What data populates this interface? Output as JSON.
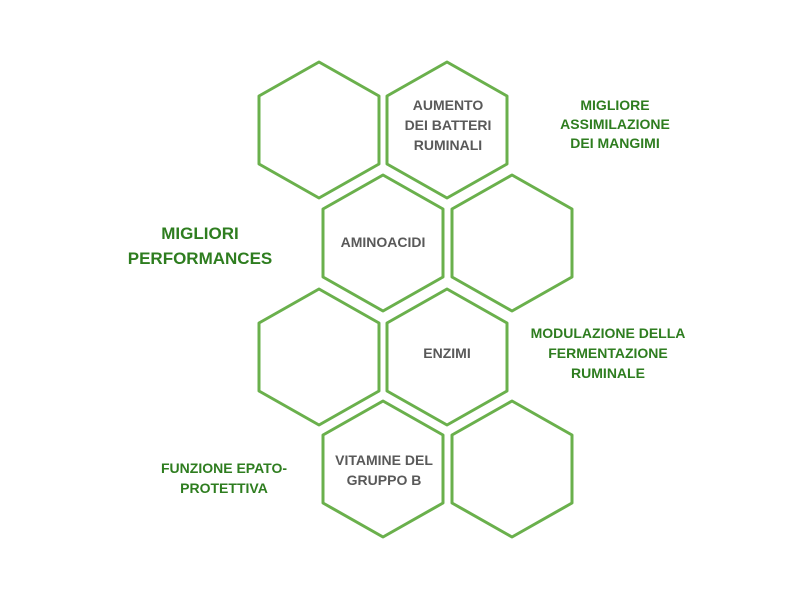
{
  "colors": {
    "hex_stroke": "#6ab04c",
    "hex_text": "#595959",
    "label_green": "#2e7d1f"
  },
  "hexagons": [
    {
      "id": "hex-r1-left",
      "text": ""
    },
    {
      "id": "hex-r1-right",
      "text": "AUMENTO\nDEI BATTERI\nRUMINALI"
    },
    {
      "id": "hex-r2-left",
      "text": "AMINOACIDI"
    },
    {
      "id": "hex-r2-right",
      "text": ""
    },
    {
      "id": "hex-r3-left",
      "text": ""
    },
    {
      "id": "hex-r3-right",
      "text": "ENZIMI"
    },
    {
      "id": "hex-r4-left",
      "text": "VITAMINE DEL\nGRUPPO B"
    },
    {
      "id": "hex-r4-right",
      "text": ""
    }
  ],
  "labels": {
    "migliore_assimilazione": "MIGLIORE\nASSIMILAZIONE\nDEI MANGIMI",
    "migliori_performances": "MIGLIORI\nPERFORMANCES",
    "modulazione": "MODULAZIONE DELLA\nFERMENTAZIONE\nRUMINALE",
    "funzione_epato": "FUNZIONE EPATO-\nPROTETTIVA"
  }
}
